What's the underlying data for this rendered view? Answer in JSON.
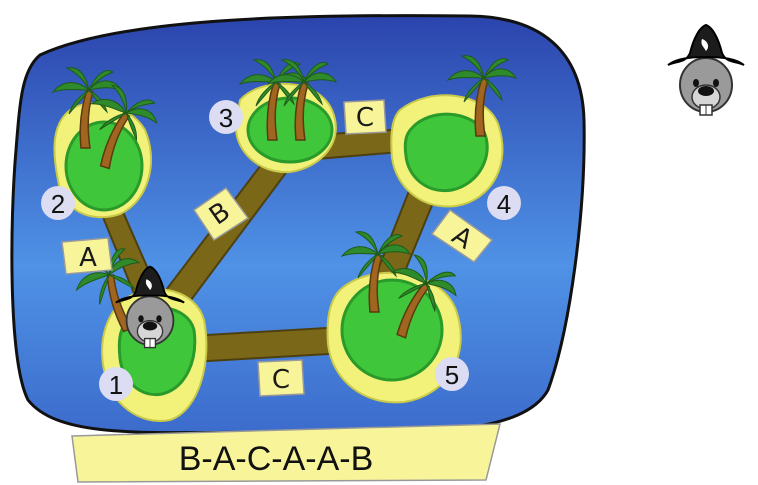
{
  "islands": [
    {
      "number": "1",
      "has_pirate": true
    },
    {
      "number": "2",
      "has_pirate": false
    },
    {
      "number": "3",
      "has_pirate": false
    },
    {
      "number": "4",
      "has_pirate": false
    },
    {
      "number": "5",
      "has_pirate": false
    }
  ],
  "bridges": [
    {
      "from": "1",
      "to": "2",
      "label": "A"
    },
    {
      "from": "1",
      "to": "3",
      "label": "B"
    },
    {
      "from": "3",
      "to": "4",
      "label": "C"
    },
    {
      "from": "4",
      "to": "5",
      "label": "A"
    },
    {
      "from": "1",
      "to": "5",
      "label": "C"
    }
  ],
  "answer_sequence": "B-A-C-A-A-B",
  "colors": {
    "sea_dark": "#2a47b0",
    "sea_light": "#5aa8f5",
    "sand": "#f2f27a",
    "grass": "#3fc63a",
    "bridge": "#6b5a16",
    "sign": "#f8f49a"
  },
  "icons": [
    "palm-tree-icon",
    "pirate-beaver-icon"
  ]
}
